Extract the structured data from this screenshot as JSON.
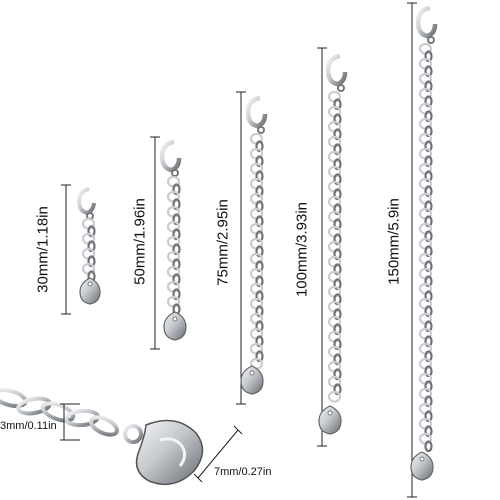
{
  "measurements": [
    {
      "label": "30mm/1.18in"
    },
    {
      "label": "50mm/1.96in"
    },
    {
      "label": "75mm/2.95in"
    },
    {
      "label": "100mm/3.93in"
    },
    {
      "label": "150mm/5.9in"
    }
  ],
  "detail": {
    "chain_width_label": "3mm/0.11in",
    "clasp_width_label": "7mm/0.27in"
  },
  "colors": {
    "metal": "#c9ccd0",
    "metal_dark": "#6d7277",
    "metal_light": "#f4f5f6",
    "line": "#222222"
  }
}
